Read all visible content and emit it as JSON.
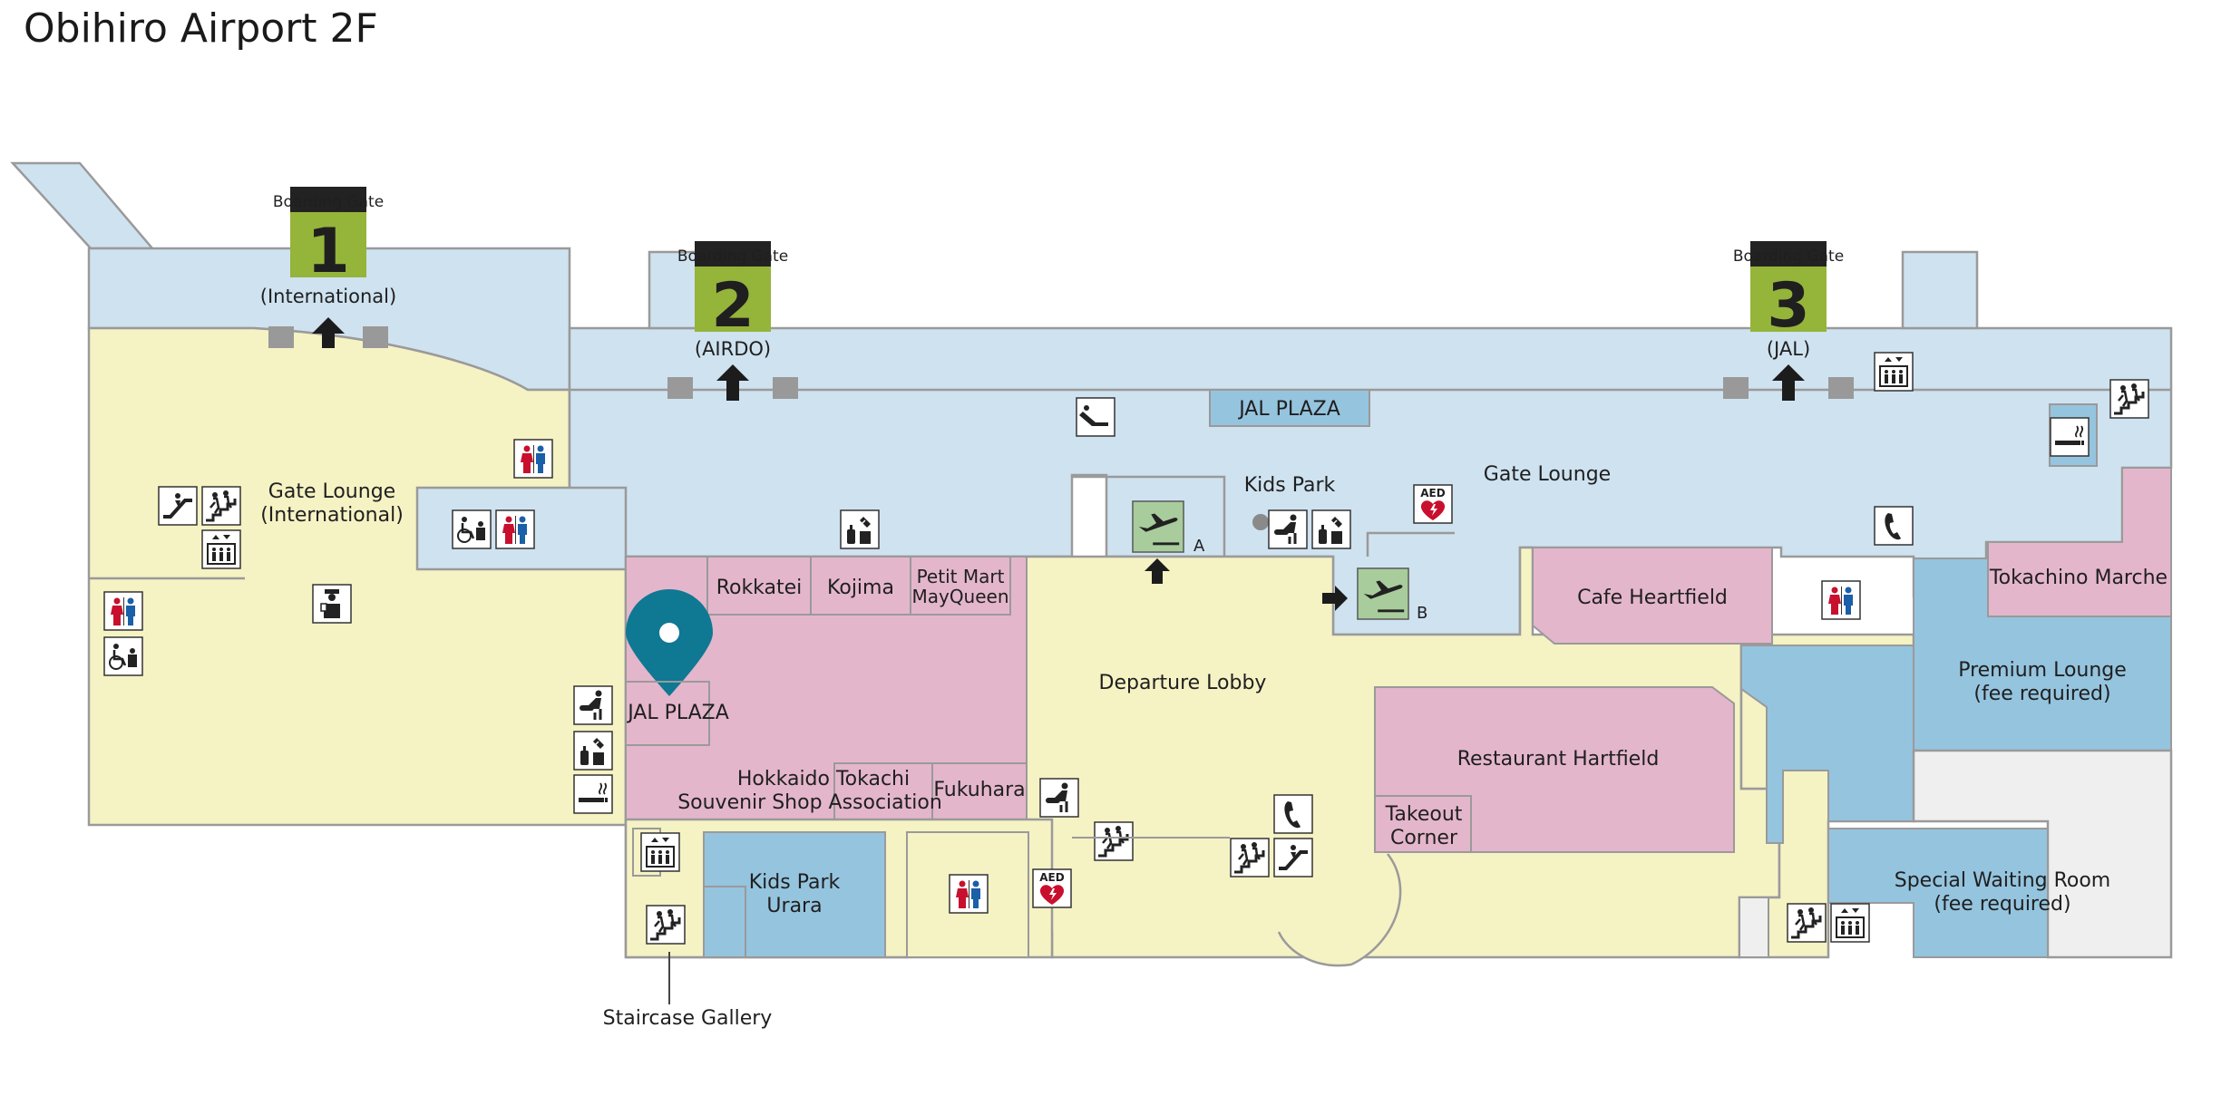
{
  "title": "Obihiro Airport 2F",
  "colors": {
    "gate_lounge": "#cfe2f0",
    "lobby": "#f5f2c4",
    "shop": "#e4b6cb",
    "lounge": "#95c4de",
    "wall": "#9a9a9a",
    "gate_sign": "#95b43a",
    "marker": "#0f7893",
    "aed": "#c8102e"
  },
  "gates": [
    {
      "id": "1",
      "header": "Boarding Gate",
      "number": "1",
      "airline": "(International)"
    },
    {
      "id": "2",
      "header": "Boarding Gate",
      "number": "2",
      "airline": "(AIRDO)"
    },
    {
      "id": "3",
      "header": "Boarding Gate",
      "number": "3",
      "airline": "(JAL)"
    }
  ],
  "areas": {
    "gate_lounge_intl": [
      "Gate Lounge",
      "(International)"
    ],
    "gate_lounge": "Gate Lounge",
    "departure_lobby": "Departure Lobby",
    "jal_plaza_top": "JAL PLAZA",
    "jal_plaza_marker": "JAL PLAZA",
    "kids_park": "Kids Park",
    "kids_park_urara": [
      "Kids Park",
      "Urara"
    ],
    "rokkatei": "Rokkatei",
    "kojima": "Kojima",
    "petit_mart": [
      "Petit Mart",
      "MayQueen"
    ],
    "hokkaido_souvenir": [
      "Hokkaido Tokachi",
      "Souvenir Shop Association"
    ],
    "fukuhara": "Fukuhara",
    "cafe_heartfield": "Cafe Heartfield",
    "restaurant_hartfield": "Restaurant Hartfield",
    "takeout_corner": [
      "Takeout",
      "Corner"
    ],
    "tokachino_marche": "Tokachino Marche",
    "premium_lounge": [
      "Premium Lounge",
      "(fee required)"
    ],
    "special_waiting_room": [
      "Special Waiting Room",
      "(fee required)"
    ],
    "staircase_gallery": "Staircase Gallery"
  },
  "gate_markers": {
    "a": "A",
    "b": "B"
  },
  "aed_label": "AED",
  "icons": {
    "restroom": "restroom-icon",
    "accessible_restroom": "accessible-restroom-icon",
    "escalator": "escalator-icon",
    "stairs": "stairs-icon",
    "elevator": "elevator-icon",
    "smoking": "smoking-room-icon",
    "phone": "phone-icon",
    "aed": "aed-icon",
    "nursing": "nursing-room-icon",
    "water": "water-fountain-icon",
    "massage": "massage-chair-icon",
    "security": "security-checkpoint-icon",
    "departure_gate": "departure-gate-icon",
    "location": "location-marker-icon"
  }
}
